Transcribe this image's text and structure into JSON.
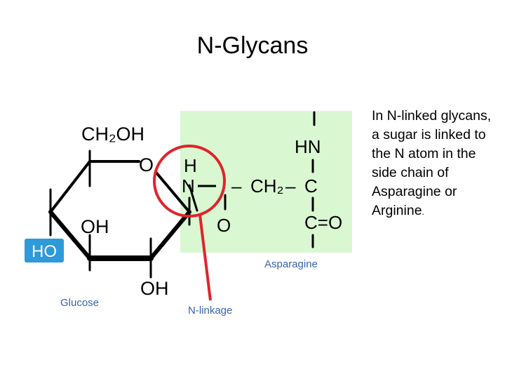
{
  "slide": {
    "title": "N-Glycans",
    "description": "In N-linked glycans, a sugar is linked to the N atom in the side chain of Asparagine or Arginine",
    "description_end": "."
  },
  "diagram": {
    "labels": {
      "ch2oh": "CH₂OH",
      "ring_oxygen": "O",
      "oh_upper": "OH",
      "oh_lower": "OH",
      "ho": "HO",
      "h": "H",
      "n": "N",
      "dash_1": "–",
      "ch2": "CH₂",
      "dash_2": "–",
      "c_alpha": "C",
      "hn": "HN",
      "carbonyl_o": "O",
      "c_carboxyl": "C=O",
      "glucose": "Glucose",
      "asparagine": "Asparagine",
      "n_linkage": "N-linkage"
    },
    "colors": {
      "asparagine_box": "#d9f7d1",
      "ho_box": "#2e9ad9",
      "ho_text": "#ffffff",
      "highlight_circle": "#e0242c",
      "caption_blue": "#3a62ad"
    }
  }
}
